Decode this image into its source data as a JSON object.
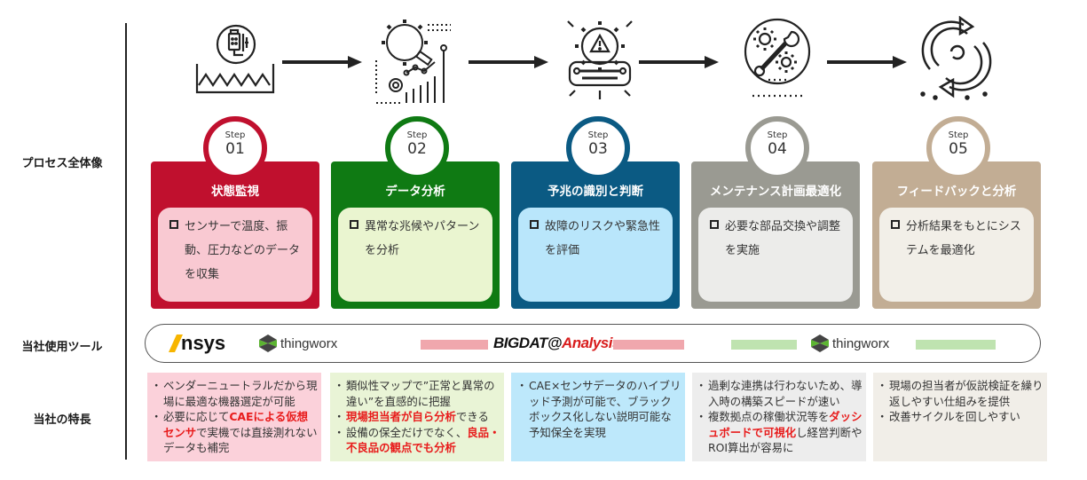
{
  "row_labels": {
    "process": "プロセス全体像",
    "tools": "当社使用ツール",
    "features": "当社の特長"
  },
  "steps": [
    {
      "step_label": "Step",
      "number": "01",
      "title": "状態監視",
      "description": "センサーで温度、振動、圧力などのデータを収集",
      "icon": "sensor-monitoring-icon",
      "colors": {
        "header": "#c0102e",
        "body": "#f9c9d2"
      }
    },
    {
      "step_label": "Step",
      "number": "02",
      "title": "データ分析",
      "description": "異常な兆候やパターンを分析",
      "icon": "data-analysis-icon",
      "colors": {
        "header": "#0f7a13",
        "body": "#eaf5d0"
      }
    },
    {
      "step_label": "Step",
      "number": "03",
      "title": "予兆の識別と判断",
      "description": "故障のリスクや緊急性を評価",
      "icon": "warning-gear-icon",
      "colors": {
        "header": "#0b5a83",
        "body": "#b9e6fb"
      }
    },
    {
      "step_label": "Step",
      "number": "04",
      "title": "メンテナンス計画最適化",
      "description": "必要な部品交換や調整を実施",
      "icon": "wrench-gears-icon",
      "colors": {
        "header": "#9a9a92",
        "body": "#ececea"
      }
    },
    {
      "step_label": "Step",
      "number": "05",
      "title": "フィードバックと分析",
      "description": "分析結果をもとにシステムを最適化",
      "icon": "refresh-cycle-icon",
      "colors": {
        "header": "#c2ad94",
        "body": "#f2efe8"
      }
    }
  ],
  "tools": {
    "ansys": "∧nsys",
    "thingworx_1": "thingworx",
    "bigdat_prefix": "BIGDAT@",
    "bigdat_suffix": "Analysis",
    "thingworx_2": "thingworx",
    "colors": {
      "pink_bar": "#f0a7ad",
      "green_bar": "#bfe3b0"
    }
  },
  "features": [
    {
      "bg": "#fbd1da",
      "items": [
        [
          {
            "t": "ベンダーニュートラルだから現場に最適な機器選定が可能"
          }
        ],
        [
          {
            "t": "必要に応じて"
          },
          {
            "t": "CAEによる仮想センサ",
            "red": true
          },
          {
            "t": "で実機では直接測れないデータも補完"
          }
        ]
      ]
    },
    {
      "bg": "#e9f4d6",
      "items": [
        [
          {
            "t": "類似性マップで”正常と異常の違い”を直感的に把握"
          }
        ],
        [
          {
            "t": "現場担当者が自ら分析",
            "red": true
          },
          {
            "t": "できる"
          }
        ],
        [
          {
            "t": "設備の保全だけでなく、"
          },
          {
            "t": "良品・不良品の観点でも分析",
            "red": true
          }
        ]
      ]
    },
    {
      "bg": "#bde8fb",
      "items": [
        [
          {
            "t": "CAE×センサデータのハイブリッド予測が可能で、ブラックボックス化しない説明可能な予知保全を実現"
          }
        ]
      ]
    },
    {
      "bg": "#ededed",
      "items": [
        [
          {
            "t": "過剰な連携は行わないため、導入時の構築スピードが速い"
          }
        ],
        [
          {
            "t": "複数拠点の稼働状況等を"
          },
          {
            "t": "ダッシュボードで可視化",
            "red": true
          },
          {
            "t": "し経営判断やROI算出が容易に"
          }
        ]
      ]
    },
    {
      "bg": "#f1eee8",
      "items": [
        [
          {
            "t": "現場の担当者が仮説検証を繰り返しやすい仕組みを提供"
          }
        ],
        [
          {
            "t": "改善サイクルを回しやすい"
          }
        ]
      ]
    }
  ]
}
